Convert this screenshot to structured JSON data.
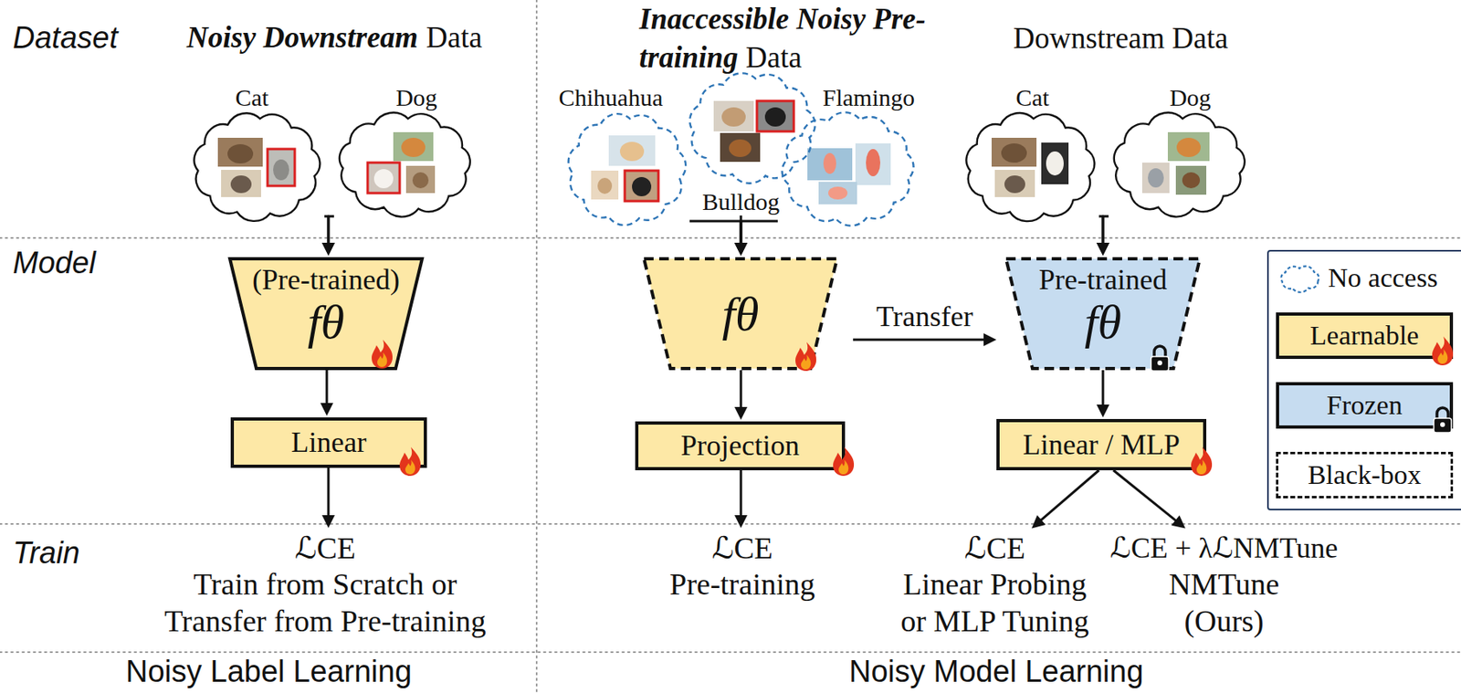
{
  "diagram": {
    "nodes": [
      {
        "text": [
          "Cat"
        ]
      },
      {
        "text": [
          "Dog"
        ]
      },
      {
        "text": [
          "Chihuahua"
        ]
      },
      {
        "text": [
          "Bulldog"
        ]
      },
      {
        "text": [
          "Flamingo"
        ]
      },
      {
        "text": [
          "Cat"
        ]
      },
      {
        "text": [
          "Dog"
        ]
      },
      {
        "text": [
          "(Pre-trained)",
          "fθ"
        ]
      },
      {
        "text": [
          "fθ"
        ]
      },
      {
        "text": [
          "Pre-trained",
          "fθ"
        ]
      },
      {
        "text": [
          "Linear"
        ]
      },
      {
        "text": [
          "Projection"
        ]
      },
      {
        "text": [
          "Linear / MLP"
        ]
      },
      {
        "text": [
          "ℒCE",
          "Train from Scratch or Transfer from Pre-training"
        ]
      },
      {
        "text": [
          "ℒCE",
          "Pre-training"
        ]
      },
      {
        "text": [
          "ℒCE",
          "Linear Probing or MLP Tuning"
        ]
      },
      {
        "text": [
          "ℒCE + λℒNMTune",
          "NMTune (Ours)"
        ]
      }
    ],
    "edges": [
      {
        "from": 0,
        "to": 7,
        "arrow": "to"
      },
      {
        "from": 1,
        "to": 7,
        "arrow": "to"
      },
      {
        "from": 2,
        "to": 8,
        "arrow": "to"
      },
      {
        "from": 3,
        "to": 8,
        "arrow": "to"
      },
      {
        "from": 4,
        "to": 8,
        "arrow": "to"
      },
      {
        "from": 5,
        "to": 9,
        "arrow": "to"
      },
      {
        "from": 6,
        "to": 9,
        "arrow": "to"
      },
      {
        "from": 7,
        "to": 10,
        "arrow": "to"
      },
      {
        "from": 10,
        "to": 13,
        "arrow": "to"
      },
      {
        "from": 8,
        "to": 11,
        "arrow": "to"
      },
      {
        "from": 11,
        "to": 14,
        "arrow": "to"
      },
      {
        "from": 8,
        "to": 9,
        "label": "Transfer",
        "arrow": "to"
      },
      {
        "from": 9,
        "to": 12,
        "arrow": "to"
      },
      {
        "from": 12,
        "to": 15,
        "arrow": "to"
      },
      {
        "from": 12,
        "to": 16,
        "arrow": "to"
      }
    ],
    "labels": [
      "Dataset",
      "Noisy Downstream",
      "Data",
      "Inaccessible Noisy Pre-training",
      "Data",
      "Downstream Data",
      "Model",
      "Train",
      "Noisy Label Learning",
      "Noisy Model Learning"
    ],
    "legend": [
      {
        "text": "No access"
      },
      {
        "text": "Learnable",
        "color": "#fde8a6"
      },
      {
        "text": "Frozen",
        "color": "#c6dcf0"
      },
      {
        "text": "Black-box"
      }
    ]
  }
}
